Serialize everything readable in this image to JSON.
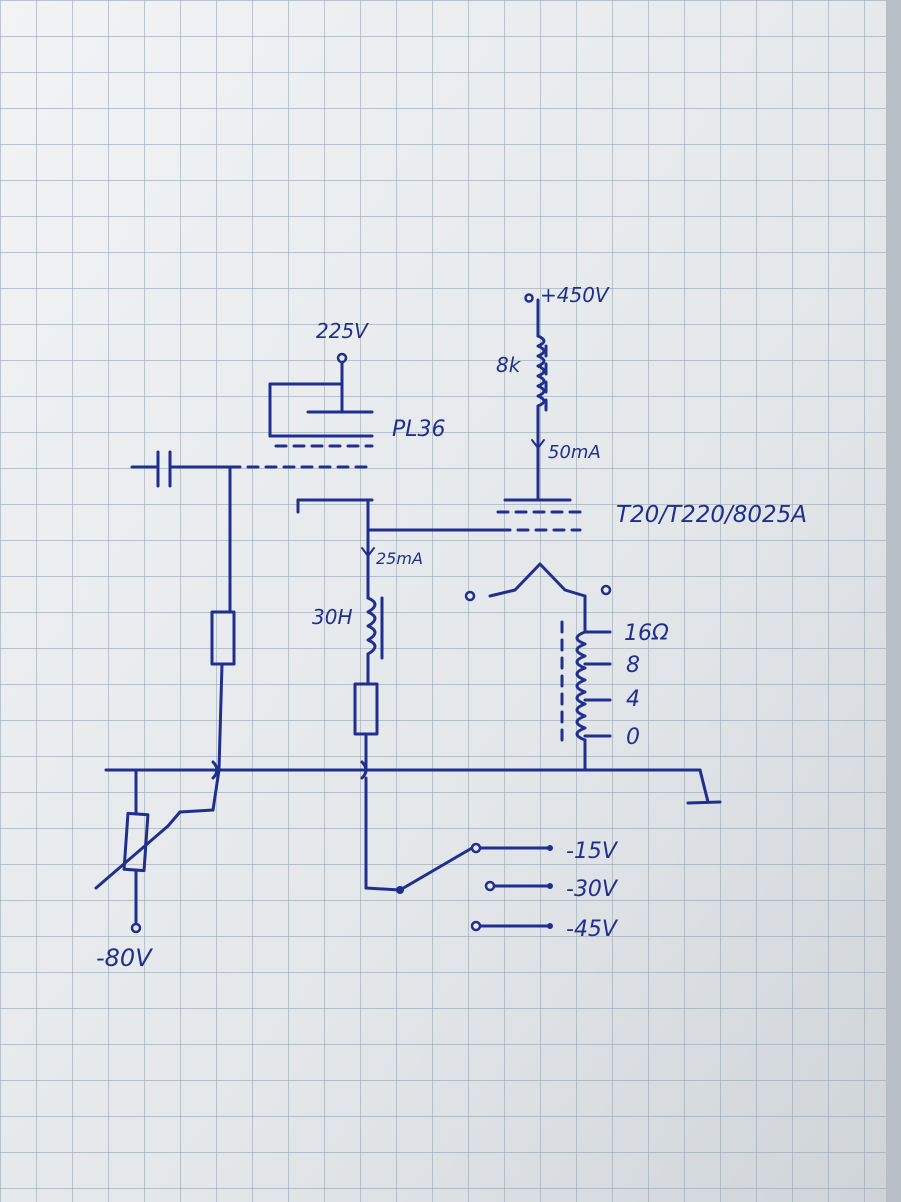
{
  "labels": {
    "v_225": "225V",
    "v_450": "+450V",
    "r_8k": "8k",
    "i_50ma": "50mA",
    "tube_pl36": "PL36",
    "tube_main": "T20/T220/8025A",
    "i_25ma": "25mA",
    "choke_30h": "30H",
    "tap_16": "16Ω",
    "tap_8": "8",
    "tap_4": "4",
    "tap_0": "0",
    "sw_15": "-15V",
    "sw_30": "-30V",
    "sw_45": "-45V",
    "v_neg80": "-80V"
  },
  "colors": {
    "ink": "#1f2f8f",
    "paper": "#e9ecef",
    "grid": "#9aa6b4"
  }
}
